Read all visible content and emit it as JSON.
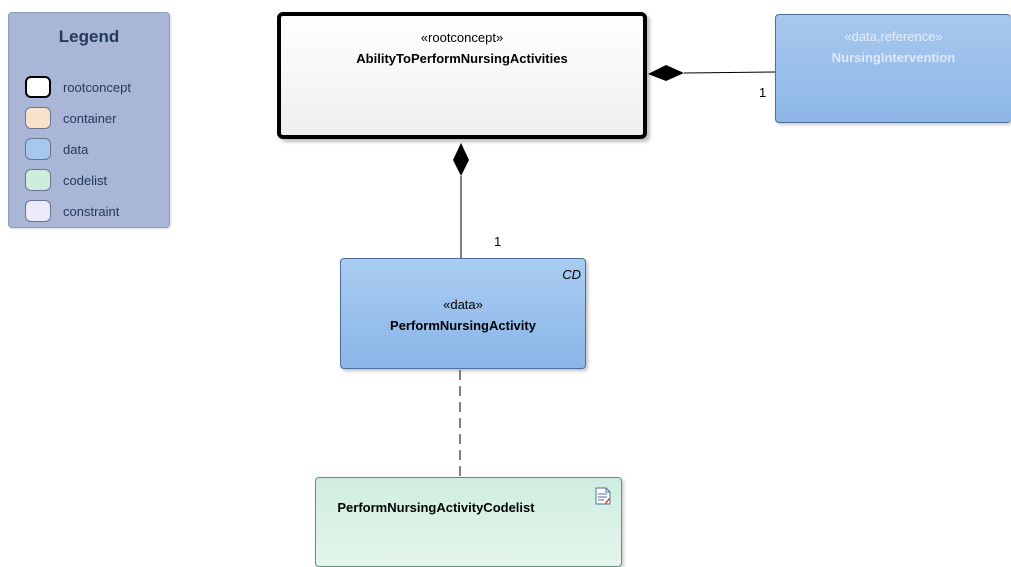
{
  "legend": {
    "title": "Legend",
    "items": [
      {
        "label": "rootconcept",
        "color": "#ffffff",
        "border": "#000000"
      },
      {
        "label": "container",
        "color": "#f9e2cc"
      },
      {
        "label": "data",
        "color": "#a6c8f0"
      },
      {
        "label": "codelist",
        "color": "#cdeedd"
      },
      {
        "label": "constraint",
        "color": "#eceaf8"
      }
    ]
  },
  "nodes": {
    "root": {
      "stereotype": "«rootconcept»",
      "name": "AbilityToPerformNursingActivities"
    },
    "intervention": {
      "stereotype": "«data,reference»",
      "name": "NursingIntervention"
    },
    "perform": {
      "stereotype": "«data»",
      "name": "PerformNursingActivity",
      "tag": "CD"
    },
    "codelist": {
      "name": "PerformNursingActivityCodelist",
      "icon": "document-icon"
    }
  },
  "connectors": {
    "root_to_intervention": {
      "multiplicity": "1"
    },
    "root_to_perform": {
      "multiplicity": "1"
    }
  }
}
